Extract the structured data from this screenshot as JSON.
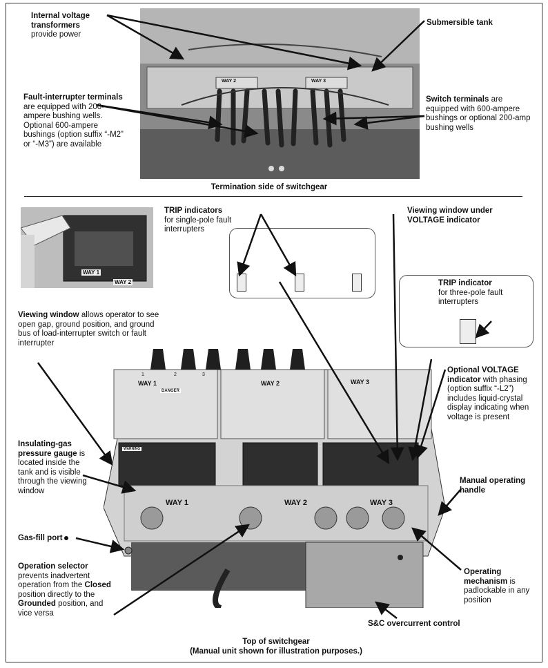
{
  "top_section": {
    "caption": "Termination side of switchgear",
    "labels": {
      "ivt_title": "Internal voltage transformers",
      "ivt_body": "provide power",
      "tank": "Submersible tank",
      "fit_title": "Fault-interrupter terminals",
      "fit_body": "are equipped with 200-ampere bushing wells. Optional 600-ampere bushings (option suffix “-M2” or “-M3”) are available",
      "st_title": "Switch terminals",
      "st_body": "are equipped with 600-ampere bushings or optional 200-amp bushing wells"
    },
    "photo_marks": {
      "way_left": "WAY 2",
      "way_right": "WAY 3"
    }
  },
  "bottom_section": {
    "caption_line1": "Top of switchgear",
    "caption_line2": "(Manual unit shown for illustration purposes.)",
    "labels": {
      "trip_title": "TRIP indicators",
      "trip_body": "for single-pole fault interrupters",
      "vw_under_title": "Viewing window under VOLTAGE indicator",
      "trip3_title": "TRIP indicator",
      "trip3_body": "for three-pole fault interrupters",
      "vw_title": "Viewing window",
      "vw_body": "allows operator to see open gap, ground position, and ground bus of load-interrupter switch or fault  interrupter",
      "volt_title": "Optional VOLTAGE indicator",
      "volt_body": "with phasing (option suffix “-L2”) includes liquid-crystal display indicating when voltage is present",
      "gauge_title": "Insulating-gas pressure gauge",
      "gauge_body": "is located inside the tank and is visible through the viewing window",
      "handle_title": "Manual operating handle",
      "gasfill_title": "Gas-fill port",
      "sel_title": "Operation selector",
      "sel_body1": "prevents inadvertent operation from the",
      "sel_closed": "Closed",
      "sel_body2": "position directly to the",
      "sel_grounded": "Grounded",
      "sel_body3": "position, and vice versa",
      "mech_title": "Operating mechanism",
      "mech_body": "is padlockable in any position",
      "sc_title": "S&C overcurrent control"
    },
    "photo_marks": {
      "way1": "WAY 1",
      "way2": "WAY 2",
      "way3": "WAY 3",
      "inset_way1": "WAY 1",
      "inset_way2": "WAY 2",
      "danger": "DANGER",
      "warning": "WARNING",
      "n1": "1",
      "n2": "2",
      "n3": "3"
    }
  }
}
